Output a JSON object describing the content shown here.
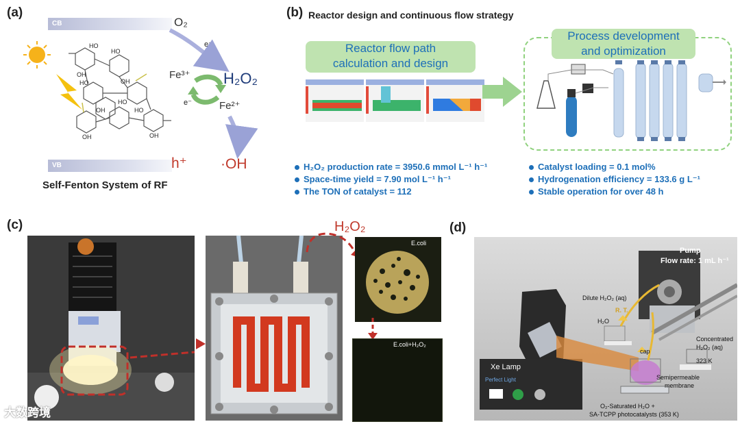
{
  "panel_a": {
    "label": "(a)",
    "cb": "CB",
    "vb": "VB",
    "o2": "O₂",
    "e1": "e⁻",
    "h2o2": "H₂O₂",
    "fe3": "Fe³⁺",
    "e2": "e⁻",
    "fe2": "Fe²⁺",
    "hplus": "h⁺",
    "oh": "·OH",
    "caption": "Self-Fenton System of RF",
    "mol_labels": [
      "HO",
      "HO",
      "OH",
      "HO",
      "OH",
      "HO",
      "OH",
      "HO",
      "OH",
      "OH"
    ]
  },
  "panel_b": {
    "label": "(b)",
    "title": "Reactor design and continuous flow strategy",
    "box1": [
      "Reactor flow path",
      "calculation and design"
    ],
    "box2": [
      "Process development",
      "and optimization"
    ],
    "stats_left": [
      "H₂O₂ production rate = 3950.6 mmol L⁻¹ h⁻¹",
      "Space-time yield = 7.90 mol L⁻¹ h⁻¹",
      "The TON of catalyst = 112"
    ],
    "stats_right": [
      "Catalyst loading = 0.1 mol%",
      "Hydrogenation efficiency = 133.6 g L⁻¹",
      "Stable operation for over 48 h"
    ]
  },
  "panel_c": {
    "label": "(c)",
    "h2o2": "H₂O₂",
    "ecoli": "E.coli",
    "ecoli_h2o2": "E.coli+H₂O₂",
    "watermark": "大数跨境"
  },
  "panel_d": {
    "label": "(d)",
    "pump": "Pump",
    "flow_rate": "Flow rate: 1 mL h⁻¹",
    "dilute": "Dilute H₂O₂ (aq)",
    "rt": "R. T.",
    "h2o": "H₂O",
    "xe": "Xe Lamp",
    "perfect_light": "Perfect Light",
    "cap": "cap",
    "concentrated": "Concentrated",
    "conc_h2o2": "H₂O₂ (aq)",
    "k323": "323 K",
    "membrane": [
      "Semipermeable",
      "membrane"
    ],
    "o2sat": "O₂-Saturated H₂O +",
    "catalysts": "SA-TCPP photocatalysts (353 K)"
  },
  "colors": {
    "accent_blue": "#1d6fb8",
    "green": "#bfe3b0",
    "red": "#c0392b",
    "navy": "#1f3c7a"
  }
}
